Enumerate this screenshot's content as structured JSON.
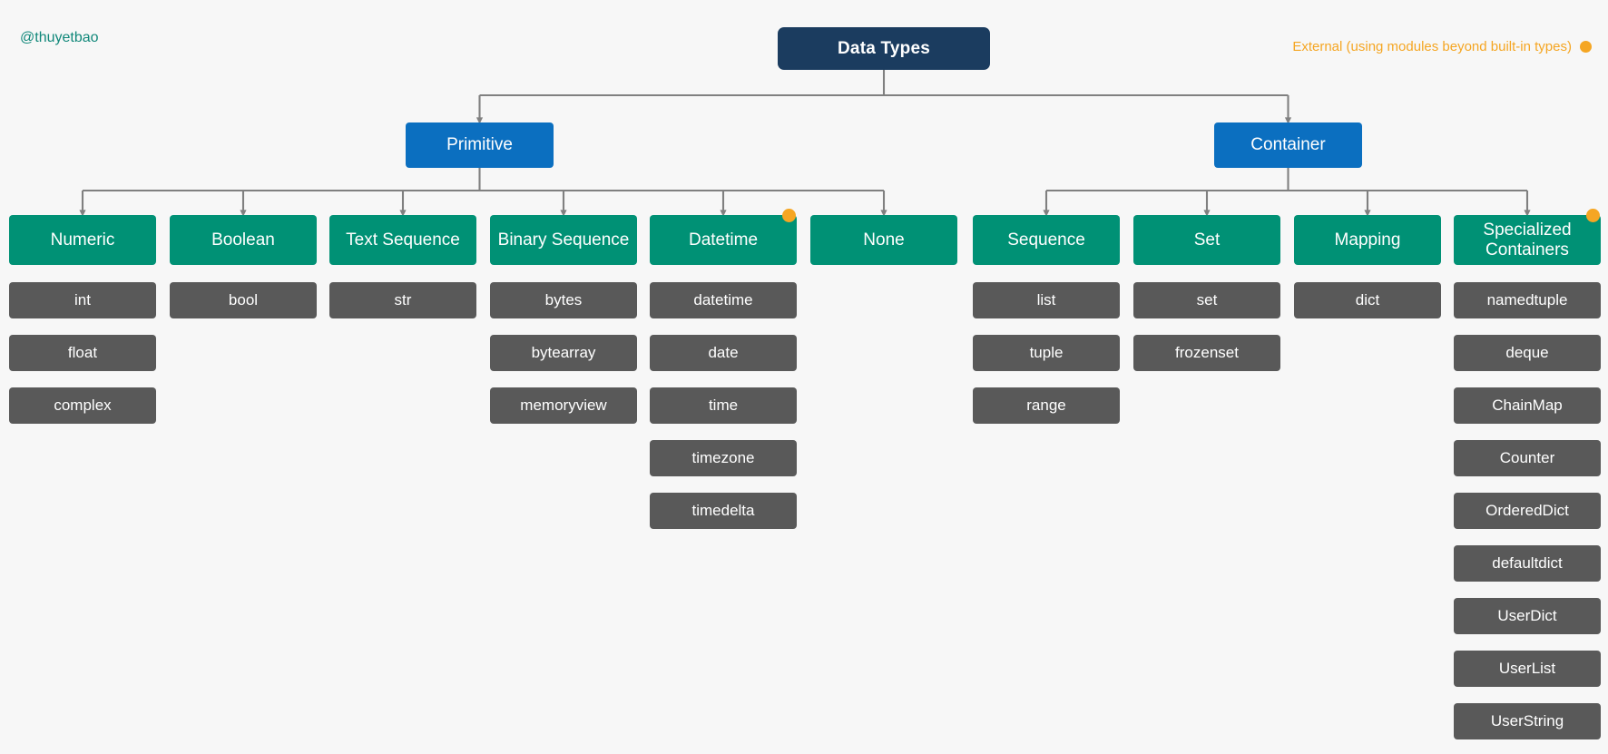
{
  "watermark": "@thuyetbao",
  "legend": {
    "label": "External (using modules beyond built-in types)",
    "marker_color": "#f5a623"
  },
  "colors": {
    "background": "#f7f7f7",
    "root": "#1b3c5f",
    "level2": "#0b6fc0",
    "category": "#009175",
    "leaf": "#595959",
    "edge": "#808080",
    "external_marker": "#f5a623",
    "watermark": "#11887a"
  },
  "diagram": {
    "type": "tree",
    "root": {
      "label": "Data Types"
    },
    "level2": [
      {
        "label": "Primitive"
      },
      {
        "label": "Container"
      }
    ],
    "categories": [
      {
        "label": "Numeric",
        "parent": "Primitive",
        "external": false,
        "leaves": [
          "int",
          "float",
          "complex"
        ]
      },
      {
        "label": "Boolean",
        "parent": "Primitive",
        "external": false,
        "leaves": [
          "bool"
        ]
      },
      {
        "label": "Text Sequence",
        "parent": "Primitive",
        "external": false,
        "leaves": [
          "str"
        ]
      },
      {
        "label": "Binary Sequence",
        "parent": "Primitive",
        "external": false,
        "leaves": [
          "bytes",
          "bytearray",
          "memoryview"
        ]
      },
      {
        "label": "Datetime",
        "parent": "Primitive",
        "external": true,
        "leaves": [
          "datetime",
          "date",
          "time",
          "timezone",
          "timedelta"
        ]
      },
      {
        "label": "None",
        "parent": "Primitive",
        "external": false,
        "leaves": []
      },
      {
        "label": "Sequence",
        "parent": "Container",
        "external": false,
        "leaves": [
          "list",
          "tuple",
          "range"
        ]
      },
      {
        "label": "Set",
        "parent": "Container",
        "external": false,
        "leaves": [
          "set",
          "frozenset"
        ]
      },
      {
        "label": "Mapping",
        "parent": "Container",
        "external": false,
        "leaves": [
          "dict"
        ]
      },
      {
        "label": "Specialized Containers",
        "parent": "Container",
        "external": true,
        "leaves": [
          "namedtuple",
          "deque",
          "ChainMap",
          "Counter",
          "OrderedDict",
          "defaultdict",
          "UserDict",
          "UserList",
          "UserString"
        ]
      }
    ]
  }
}
